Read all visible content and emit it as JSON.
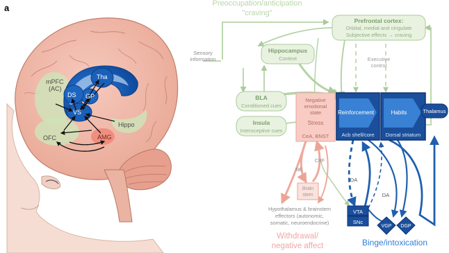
{
  "panel_label": "a",
  "brain": {
    "labels": {
      "mpfc": "mPFC",
      "ac": "(AC)",
      "ds": "DS",
      "gp": "GP",
      "tha": "Tha",
      "vs": "VS",
      "ofc": "OFC",
      "hippo": "Hippo",
      "amg": "AMG"
    }
  },
  "stages": {
    "preoccupation": "Preoccupation/anticipation",
    "craving": "\"craving\"",
    "withdrawal_1": "Withdrawal/",
    "withdrawal_2": "negative affect",
    "binge": "Binge/intoxication"
  },
  "nodes": {
    "pfc_title": "Prefrontal cortex:",
    "pfc_line1": "Orbital, medial and cingulate",
    "pfc_line2": "Subjective effects → craving",
    "hippocampus_title": "Hippocampus",
    "hippocampus_sub": "Context",
    "sensory_1": "Sensory",
    "sensory_2": "information",
    "executive_1": "Executive",
    "executive_2": "control",
    "bla_title": "BLA",
    "bla_sub": "Conditioned cues",
    "insula_title": "Insula",
    "insula_sub": "Interoceptive cues",
    "negative_1": "Negative",
    "negative_2": "emotional",
    "negative_3": "state",
    "stress": "Stress",
    "cea": "CeA, BNST",
    "reinforcement": "Reinforcement",
    "acb": "Acb shell/core",
    "habits": "Habits",
    "dorsal": "Dorsal striatum",
    "thalamus": "Thalamus",
    "crf": "CRF",
    "ne": "NE",
    "brain_stem_1": "Brain",
    "brain_stem_2": "stem",
    "hypo_1": "Hypothalamus & brainstem",
    "hypo_2": "effectors (autonomic,",
    "hypo_3": "somatic, neuroendocrine)",
    "da_1": "DA",
    "da_2": "DA",
    "vta": "VTA",
    "snc": "SNc",
    "vgp": "VGP",
    "dgp": "DGP"
  },
  "colors": {
    "green_fill": "#e4efd9",
    "green_stroke": "#9bc28b",
    "green_text": "#6e9a60",
    "pink_fill": "#f8ccc4",
    "pink_stroke": "#e6a89c",
    "pink_text": "#e58f8f",
    "blue_dark": "#1b4f9c",
    "blue_mid": "#2f6fc0",
    "blue_text": "#3a7fd5"
  }
}
